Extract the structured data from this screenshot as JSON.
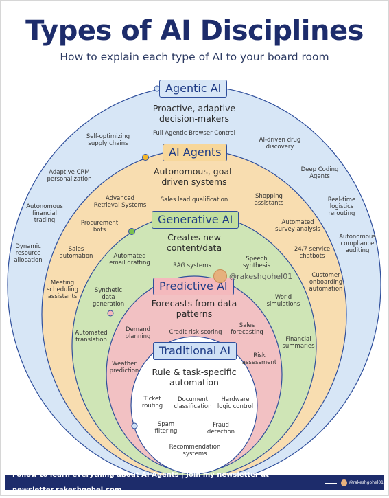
{
  "title": "Types of AI Disciplines",
  "subtitle": "How to explain each type of AI to your board room",
  "colors": {
    "navy": "#1d2c6b",
    "agentic_ring": "#d7e6f6",
    "agents_ring": "#f8ddb0",
    "generative_ring": "#cfe5b6",
    "predictive_ring": "#f2c1c3",
    "traditional_core": "#ffffff",
    "pill_border": "#2f4f9c"
  },
  "layers": {
    "agentic": {
      "label": "Agentic AI",
      "description": "Proactive, adaptive decision-makers",
      "pill_fill": "#d7e6f6",
      "examples": [
        "Full Agentic Browser Control",
        "Self-optimizing supply chains",
        "AI-driven drug discovery",
        "Adaptive CRM personalization",
        "Deep Coding Agents",
        "Autonomous financial trading",
        "Real-time logistics rerouting",
        "Dynamic resource allocation",
        "Autonomous compliance auditing"
      ]
    },
    "agents": {
      "label": "AI Agents",
      "description": "Autonomous, goal-driven systems",
      "pill_fill": "#f7d79a",
      "examples": [
        "Advanced Retrieval Systems",
        "Sales lead qualification",
        "Shopping assistants",
        "Procurement bots",
        "Automated survey analysis",
        "Sales automation",
        "24/7 service chatbots",
        "Meeting scheduling assistants",
        "Customer onboarding automation"
      ]
    },
    "generative": {
      "label": "Generative AI",
      "description": "Creates new content/data",
      "pill_fill": "#c3df9f",
      "examples": [
        "Automated email drafting",
        "RAG systems",
        "Speech synthesis",
        "Synthetic data generation",
        "World simulations",
        "Automated translation",
        "Financial summaries"
      ]
    },
    "predictive": {
      "label": "Predictive AI",
      "description": "Forecasts from data patterns",
      "pill_fill": "#f4b9bd",
      "examples": [
        "Demand planning",
        "Credit risk scoring",
        "Sales forecasting",
        "Weather prediction",
        "Risk assessment"
      ]
    },
    "traditional": {
      "label": "Traditional AI",
      "description": "Rule & task-specific automation",
      "pill_fill": "#cfe0f5",
      "examples": [
        "Ticket routing",
        "Document classification",
        "Hardware logic control",
        "Spam filtering",
        "Fraud detection",
        "Recommendation systems"
      ]
    }
  },
  "watermark": "@rakeshgohel01",
  "footer": {
    "text": "Follow to learn everything about AI Agents | Join my newsletter at newsletter.rakeshgohel.com",
    "handle": "@rakeshgohel01"
  }
}
